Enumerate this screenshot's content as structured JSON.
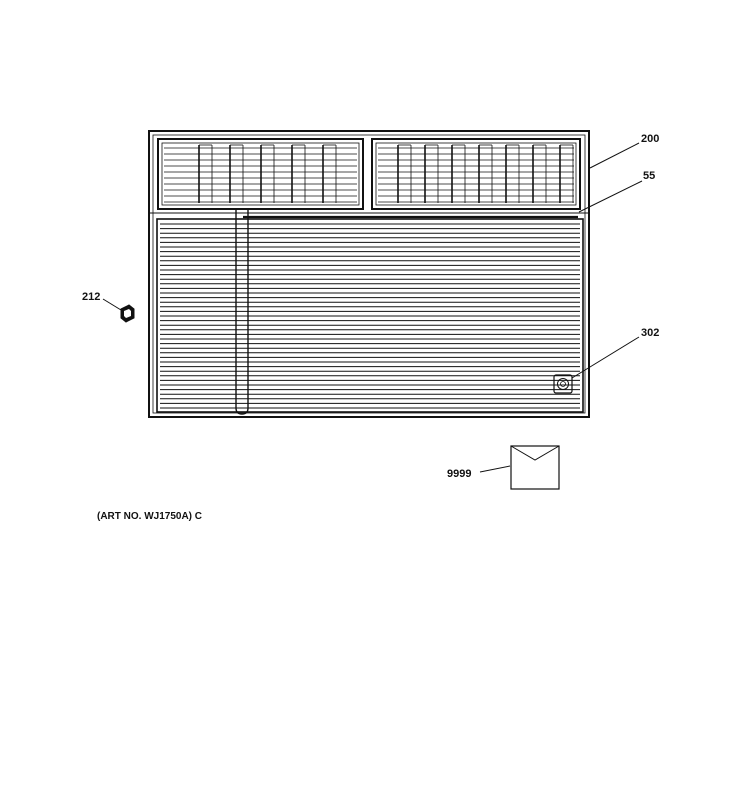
{
  "callouts": {
    "part_200": "200",
    "part_55": "55",
    "part_212": "212",
    "part_302": "302",
    "part_9999": "9999"
  },
  "caption": "(ART NO. WJ1750A) C",
  "colors": {
    "ink": "#111111",
    "background": "#ffffff"
  }
}
